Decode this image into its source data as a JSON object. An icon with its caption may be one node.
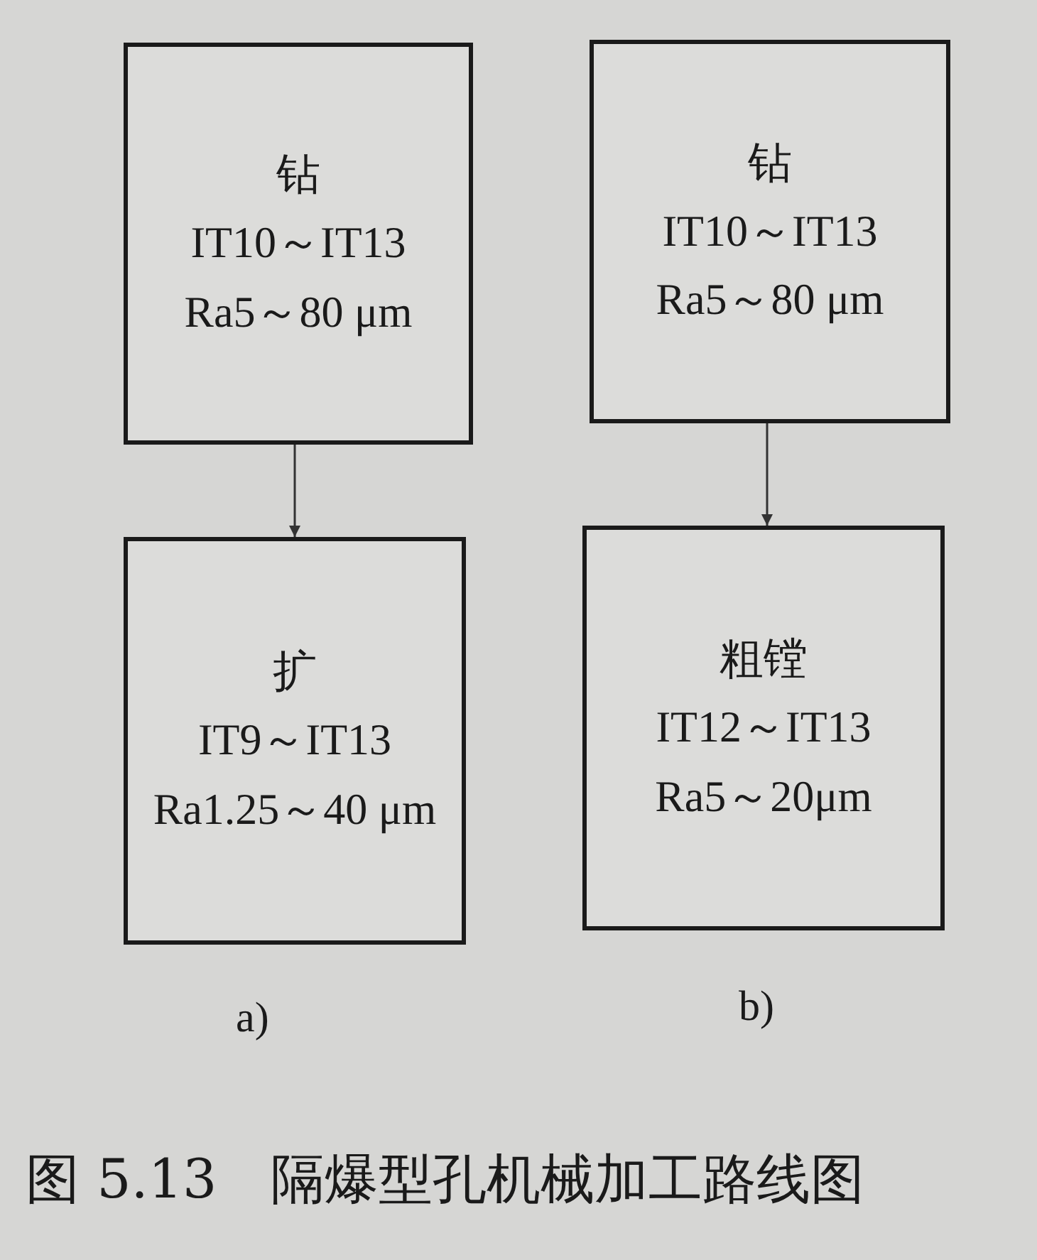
{
  "diagram": {
    "caption": "图 5.13　隔爆型孔机械加工路线图",
    "nodes": [
      {
        "text": [
          "钻",
          "IT10～IT13",
          "Ra5～80 μm"
        ]
      },
      {
        "text": [
          "扩",
          "IT9～IT13",
          "Ra1.25～40 μm"
        ]
      },
      {
        "text": [
          "钻",
          "IT10～IT13",
          "Ra5～80 μm"
        ]
      },
      {
        "text": [
          "粗镗",
          "IT12～IT13",
          "Ra5～20μm"
        ]
      }
    ],
    "edges": [
      {
        "from": 0,
        "to": 1,
        "arrow": "to"
      },
      {
        "from": 2,
        "to": 3,
        "arrow": "to"
      }
    ],
    "labels": [
      "a)",
      "b)"
    ]
  }
}
